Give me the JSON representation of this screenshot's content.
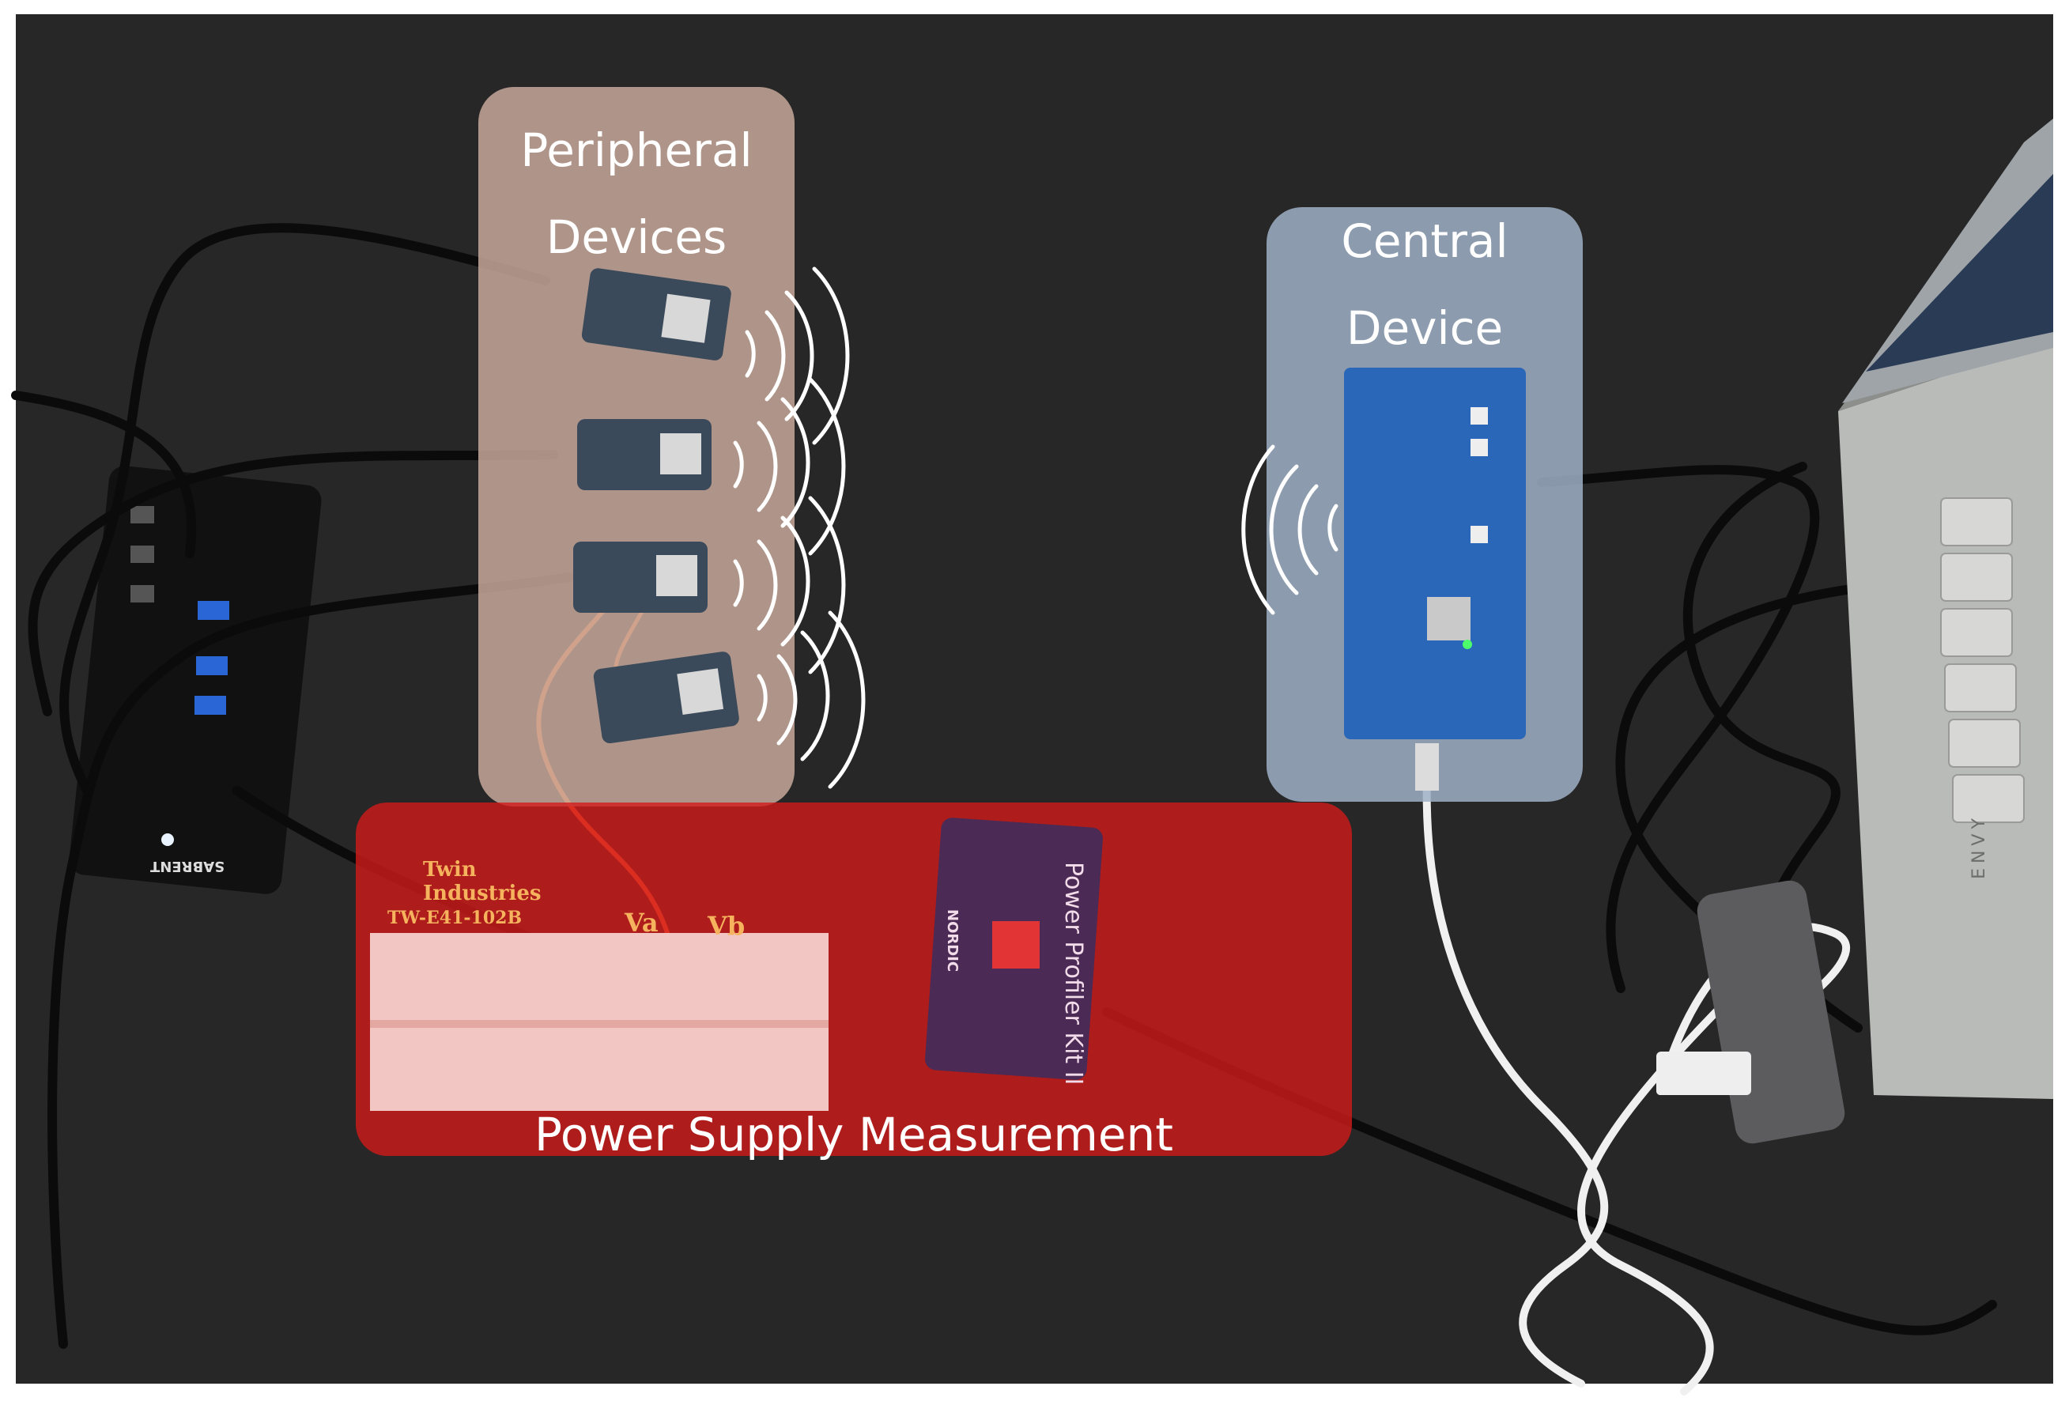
{
  "labels": {
    "peripheral_line1": "Peripheral",
    "peripheral_line2": "Devices",
    "central_line1": "Central",
    "central_line2": "Device",
    "power_supply": "Power Supply Measurement"
  },
  "board_markings": {
    "breadboard_brand_line1": "Twin",
    "breadboard_brand_line2": "Industries",
    "breadboard_model": "TW-E41-102B",
    "rail_a": "Va",
    "rail_b": "Vb",
    "profiler_name": "Power Profiler Kit II",
    "profiler_vendor": "NORDIC",
    "hub_brand": "SABRENT",
    "laptop_brand": "ENVY"
  },
  "colors": {
    "table": "#2b2b2b",
    "peripheral_overlay": "#c8a99b",
    "central_overlay": "#9fb0c6",
    "power_overlay": "#d21a1a",
    "dev_board": "#2b67b8"
  }
}
